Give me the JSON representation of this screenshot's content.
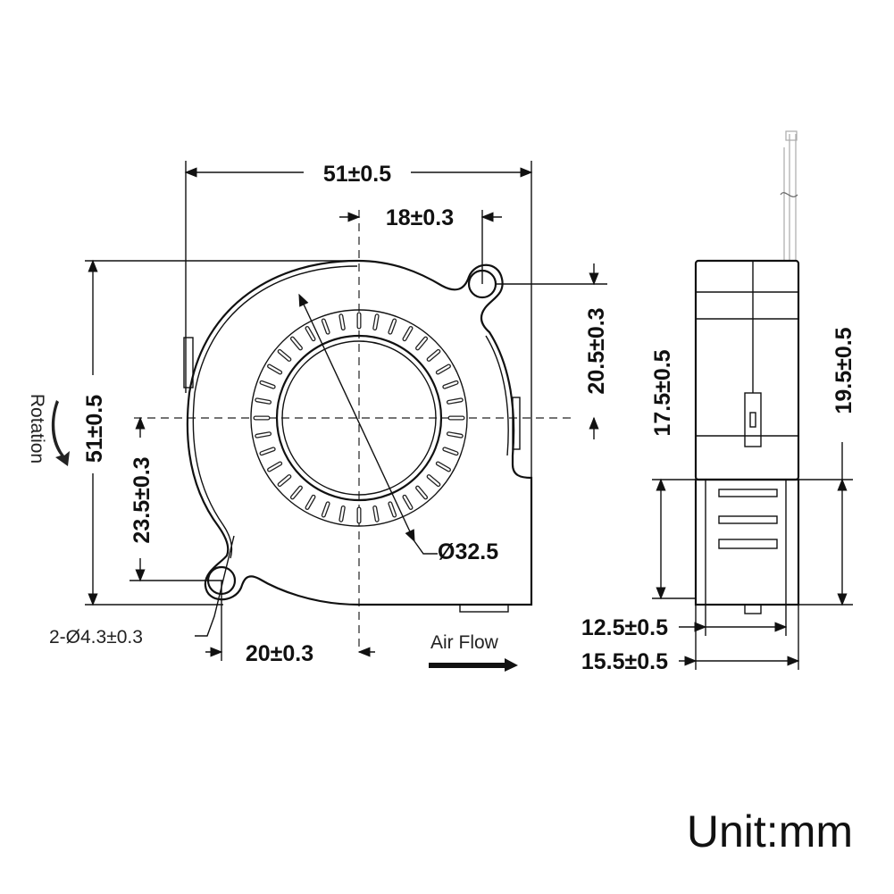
{
  "front_view": {
    "width_label": "51±0.5",
    "hole_offset_x_label": "18±0.3",
    "hole_offset_y_label": "20.5±0.3",
    "height_label": "51±0.5",
    "rotation_label": "Rotation",
    "lower_hole_y_label": "23.5±0.3",
    "impeller_diameter_label": "Ø32.5",
    "mount_holes_label": "2-Ø4.3±0.3",
    "lower_hole_x_label": "20±0.3",
    "airflow_label": "Air Flow"
  },
  "side_view": {
    "body_height_label": "17.5±0.5",
    "total_height_label": "19.5±0.5",
    "outlet_width_label": "12.5±0.5",
    "total_width_label": "15.5±0.5"
  },
  "unit_label": "Unit:mm",
  "line_color": "#111111"
}
